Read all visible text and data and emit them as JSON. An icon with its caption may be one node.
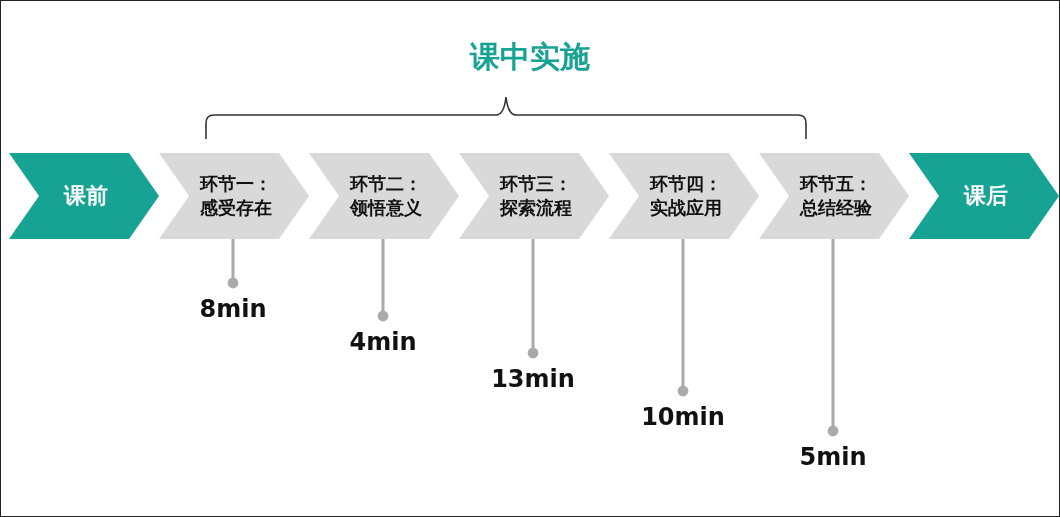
{
  "diagram": {
    "title": "课中实施",
    "nodes": [
      {
        "text": [
          "课前"
        ]
      },
      {
        "text": [
          "环节一：感受存在"
        ]
      },
      {
        "text": [
          "环节二：领悟意义"
        ]
      },
      {
        "text": [
          "环节三：探索流程"
        ]
      },
      {
        "text": [
          "环节四：实战应用"
        ]
      },
      {
        "text": [
          "环节五：总结经验"
        ]
      },
      {
        "text": [
          "课后"
        ]
      },
      {
        "text": [
          "8min"
        ]
      },
      {
        "text": [
          "4min"
        ]
      },
      {
        "text": [
          "13min"
        ]
      },
      {
        "text": [
          "10min"
        ]
      },
      {
        "text": [
          "5min"
        ]
      }
    ],
    "edges": [
      {
        "from": 1,
        "to": 7,
        "arrow": "other"
      },
      {
        "from": 2,
        "to": 8,
        "arrow": "other"
      },
      {
        "from": 3,
        "to": 9,
        "arrow": "other"
      },
      {
        "from": 4,
        "to": 10,
        "arrow": "other"
      },
      {
        "from": 5,
        "to": 11,
        "arrow": "other"
      }
    ]
  }
}
